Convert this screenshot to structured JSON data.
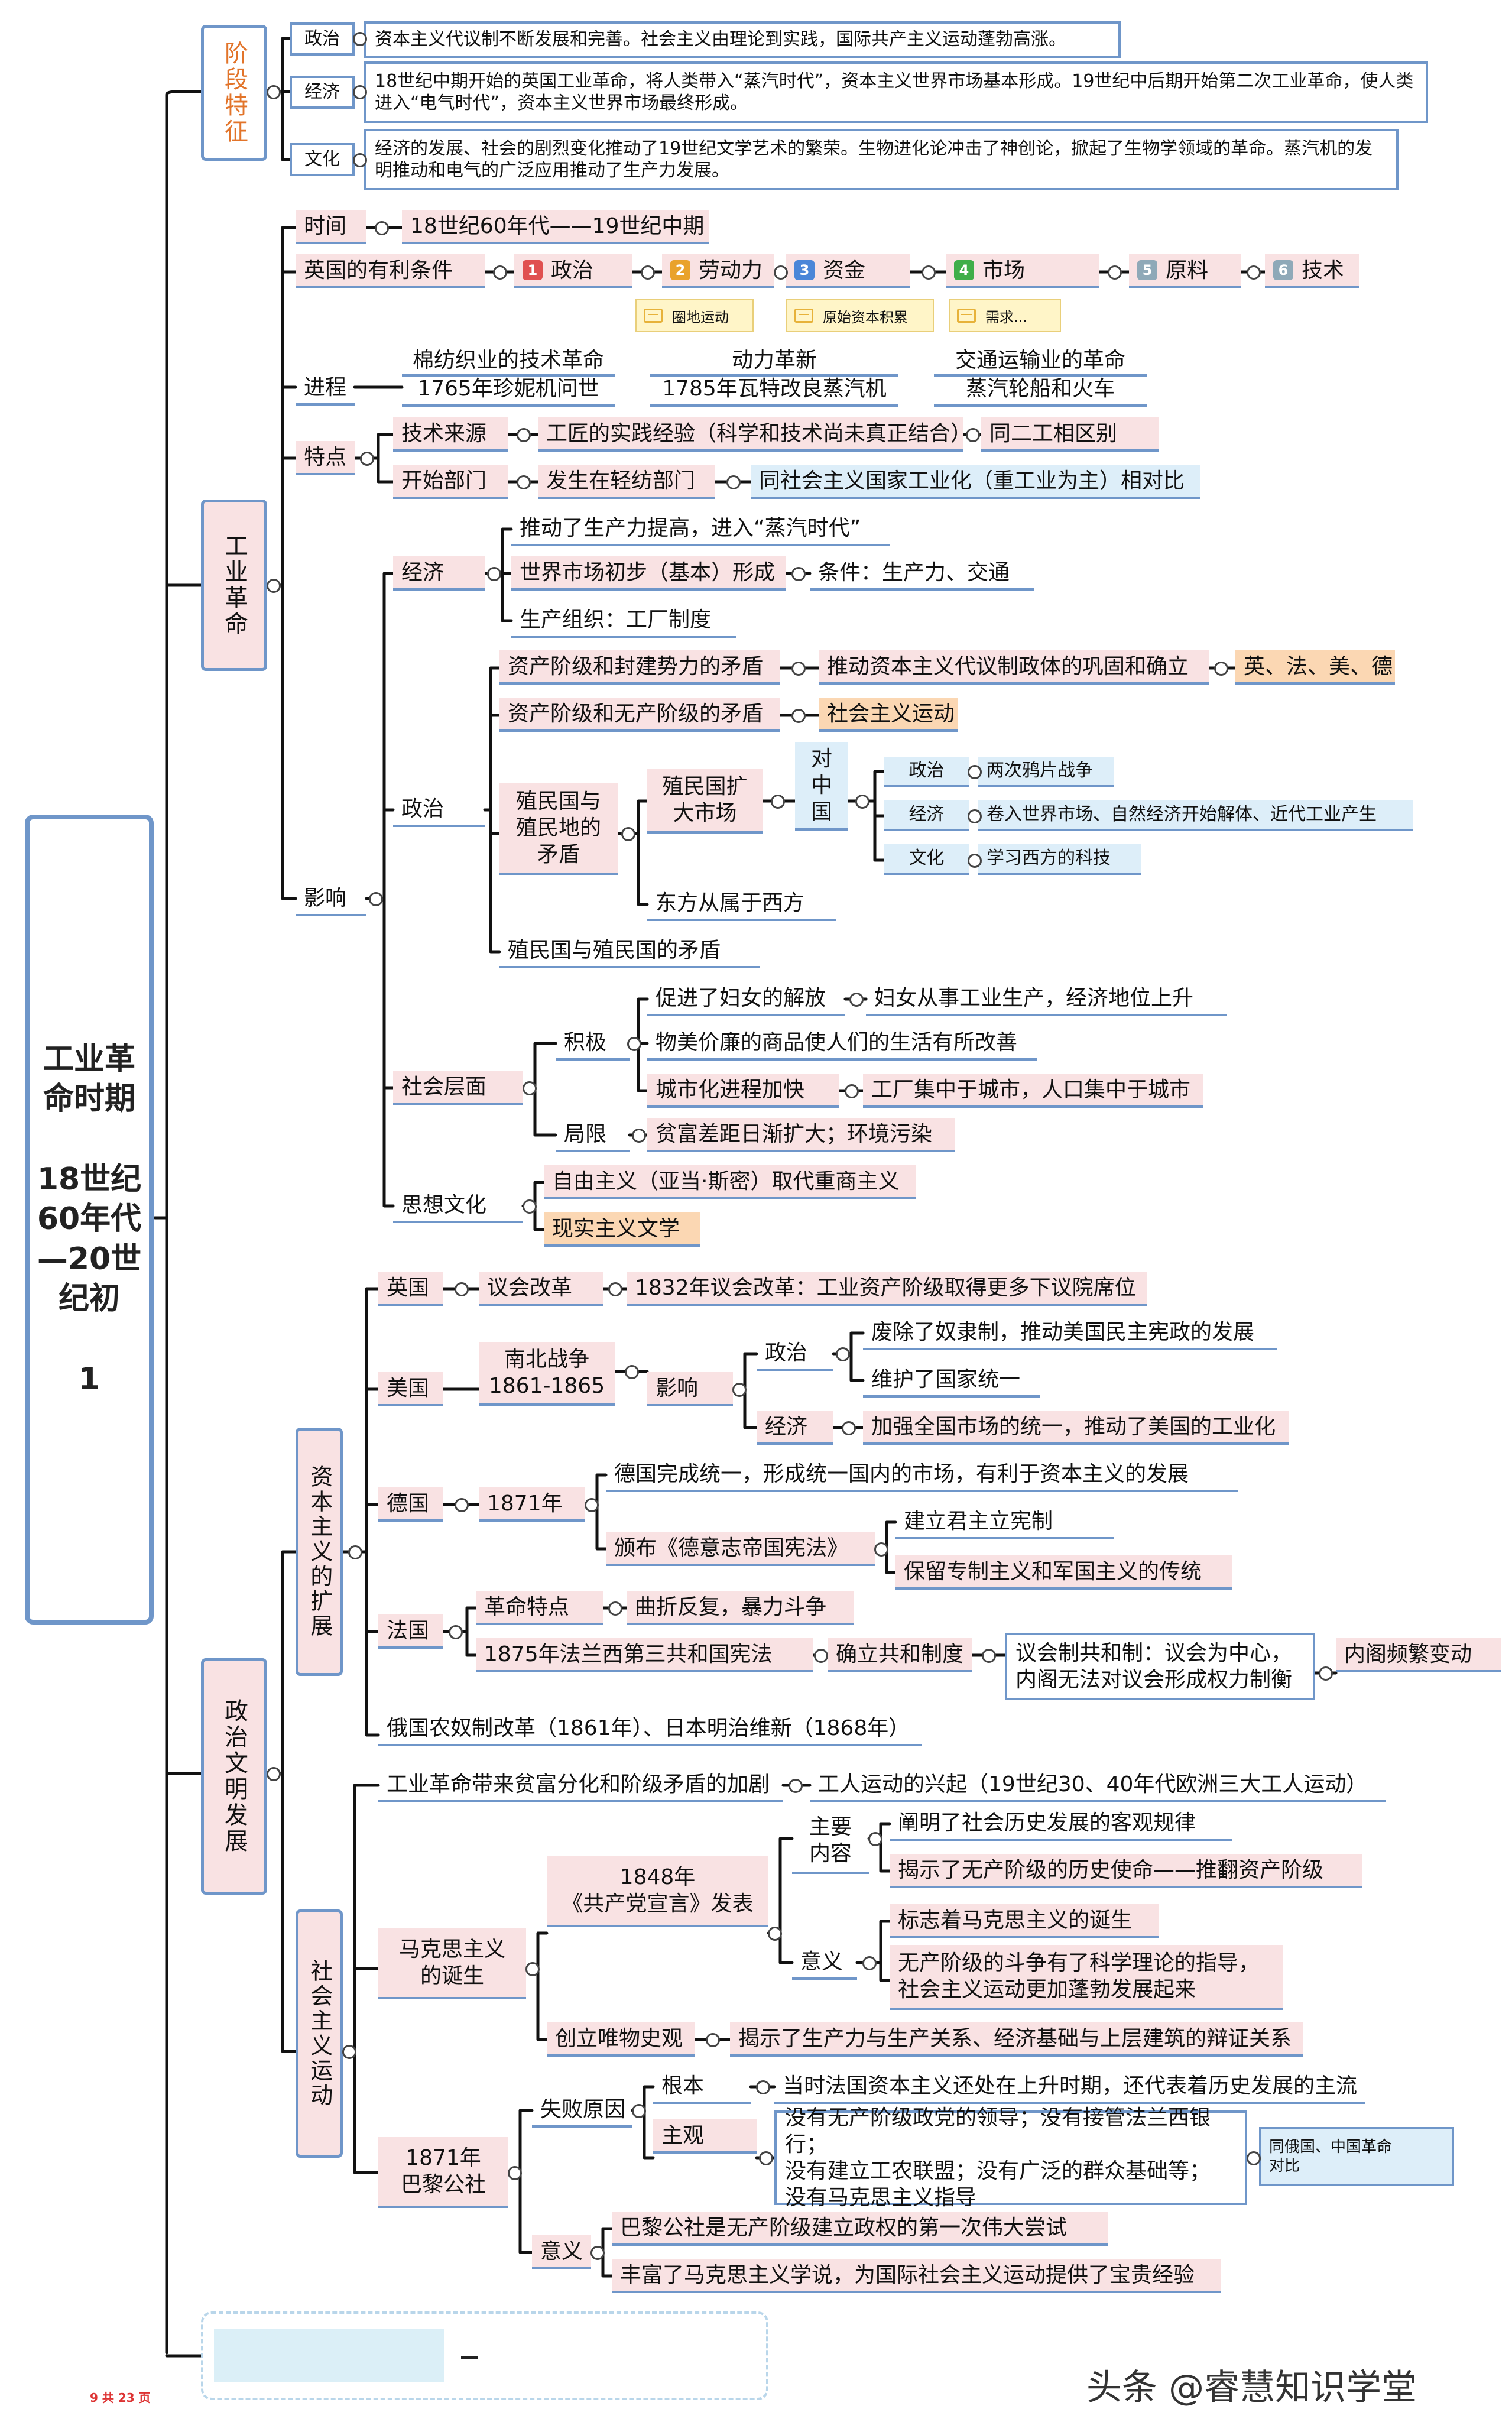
{
  "root": {
    "title": "工业革命时期\n\n18世纪60年代—20世纪初\n\n1"
  },
  "stage": {
    "label": "阶段特征",
    "politics": {
      "label": "政治",
      "text": "资本主义代议制不断发展和完善。社会主义由理论到实践，国际共产主义运动蓬勃高涨。"
    },
    "economy": {
      "label": "经济",
      "text": "18世纪中期开始的英国工业革命，将人类带入“蒸汽时代”，资本主义世界市场基本形成。19世纪中后期开始第二次工业革命，使人类进入“电气时代”，资本主义世界市场最终形成。"
    },
    "culture": {
      "label": "文化",
      "text": "经济的发展、社会的剧烈变化推动了19世纪文学艺术的繁荣。生物进化论冲击了神创论，掀起了生物学领域的革命。蒸汽机的发明推动和电气的广泛应用推动了生产力发展。"
    }
  },
  "ir": {
    "label": "工业革命",
    "time": {
      "label": "时间",
      "value": "18世纪60年代——19世纪中期"
    },
    "conditions": {
      "label": "英国的有利条件",
      "items": [
        {
          "num": "1",
          "label": "政治",
          "color": "#e05050"
        },
        {
          "num": "2",
          "label": "劳动力",
          "color": "#e9a22b"
        },
        {
          "num": "3",
          "label": "资金",
          "color": "#4a86d8"
        },
        {
          "num": "4",
          "label": "市场",
          "color": "#3fae49"
        },
        {
          "num": "5",
          "label": "原料",
          "color": "#8fa9b8"
        },
        {
          "num": "6",
          "label": "技术",
          "color": "#8fa9b8"
        }
      ],
      "notes": [
        "圈地运动",
        "原始资本积累",
        "需求..."
      ]
    },
    "process": {
      "label": "进程",
      "a1": "棉纺织业的技术革命",
      "a2": "1765年珍妮机问世",
      "b1": "动力革新",
      "b2": "1785年瓦特改良蒸汽机",
      "c1": "交通运输业的革命",
      "c2": "蒸汽轮船和火车"
    },
    "features": {
      "label": "特点",
      "tech_source": "技术来源",
      "tech_source_text": "工匠的实践经验（科学和技术尚未真正结合）",
      "tech_compare": "同二工相区别",
      "start_sector": "开始部门",
      "start_sector_text": "发生在轻纺部门",
      "start_compare": "同社会主义国家工业化（重工业为主）相对比"
    },
    "impact": {
      "label": "影响",
      "economy": {
        "label": "经济",
        "e1": "推动了生产力提高，进入“蒸汽时代”",
        "e2": "世界市场初步（基本）形成",
        "e2_cond": "条件：生产力、交通",
        "e3": "生产组织：工厂制度"
      },
      "politics": {
        "label": "政治",
        "p1": "资产阶级和封建势力的矛盾",
        "p1_result": "推动资本主义代议制政体的巩固和确立",
        "p1_countries": "英、法、美、德",
        "p2": "资产阶级和无产阶级的矛盾",
        "p2_result": "社会主义运动",
        "p3": "殖民国与殖民地的矛盾",
        "p3_a": "殖民国扩大市场",
        "p3_china": "对中国",
        "c_pol": "政治",
        "c_pol_text": "两次鸦片战争",
        "c_eco": "经济",
        "c_eco_text": "卷入世界市场、自然经济开始解体、近代工业产生",
        "c_cul": "文化",
        "c_cul_text": "学习西方的科技",
        "p3_b": "东方从属于西方",
        "p4": "殖民国与殖民国的矛盾"
      },
      "society": {
        "label": "社会层面",
        "positive": "积极",
        "s1": "促进了妇女的解放",
        "s1_b": "妇女从事工业生产，经济地位上升",
        "s2": "物美价廉的商品使人们的生活有所改善",
        "s3": "城市化进程加快",
        "s3_b": "工厂集中于城市，人口集中于城市",
        "limit": "局限",
        "s4": "贫富差距日渐扩大；环境污染"
      },
      "thought": {
        "label": "思想文化",
        "t1": "自由主义（亚当·斯密）取代重商主义",
        "t2": "现实主义文学"
      }
    }
  },
  "pc": {
    "label": "政治文明发展",
    "expansion": {
      "label": "资本主义的扩展",
      "uk": {
        "label": "英国",
        "a": "议会改革",
        "b": "1832年议会改革：工业资产阶级取得更多下议院席位"
      },
      "us": {
        "label": "美国",
        "war": "南北战争\n1861-1865",
        "impact": "影响",
        "pol": "政治",
        "pol1": "废除了奴隶制，推动美国民主宪政的发展",
        "pol2": "维护了国家统一",
        "eco": "经济",
        "eco1": "加强全国市场的统一，推动了美国的工业化"
      },
      "de": {
        "label": "德国",
        "year": "1871年",
        "a": "德国完成统一，形成统一国内的市场，有利于资本主义的发展",
        "b": "颁布《德意志帝国宪法》",
        "b1": "建立君主立宪制",
        "b2": "保留专制主义和军国主义的传统"
      },
      "fr": {
        "label": "法国",
        "feature": "革命特点",
        "feature_text": "曲折反复，暴力斗争",
        "a": "1875年法兰西第三共和国宪法",
        "b": "确立共和制度",
        "c": "议会制共和制：议会为中心，\n内阁无法对议会形成权力制衡",
        "d": "内阁频繁变动"
      },
      "other": "俄国农奴制改革（1861年）、日本明治维新（1868年）"
    },
    "socialism": {
      "label": "社会主义运动",
      "rise1": "工业革命带来贫富分化和阶级矛盾的加剧",
      "rise2": "工人运动的兴起（19世纪30、40年代欧洲三大工人运动）",
      "marx": "马克思主义\n的诞生",
      "manifesto": "1848年\n《共产党宣言》发表",
      "content": "主要\n内容",
      "content1": "阐明了社会历史发展的客观规律",
      "content2": "揭示了无产阶级的历史使命——推翻资产阶级",
      "meaning": "意义",
      "meaning1": "标志着马克思主义的诞生",
      "meaning2": "无产阶级的斗争有了科学理论的指导，\n社会主义运动更加蓬勃发展起来",
      "hm": "创立唯物史观",
      "hm_text": "揭示了生产力与生产关系、经济基础与上层建筑的辩证关系",
      "paris": "1871年\n巴黎公社",
      "fail": "失败原因",
      "root": "根本",
      "root_text": "当时法国资本主义还处在上升时期，还代表着历史发展的主流",
      "subj": "主观",
      "subj_text": "没有无产阶级政党的领导；没有接管法兰西银行；\n没有建立工农联盟；没有广泛的群众基础等；\n没有马克思主义指导",
      "compare": "同俄国、中国革命\n对比",
      "pmean": "意义",
      "pmean1": "巴黎公社是无产阶级建立政权的第一次伟大尝试",
      "pmean2": "丰富了马克思主义学说，为国际社会主义运动提供了宝贵经验"
    }
  },
  "footer": {
    "page": "9 共 23 页",
    "watermark": "头条 @睿慧知识学堂"
  },
  "colors": {
    "line": "#111111",
    "border": "#6f96c9",
    "pink": "#f9e2e3",
    "blue": "#ddeef9",
    "orange": "#fbd7b3",
    "stage_label": "#e2742a"
  }
}
